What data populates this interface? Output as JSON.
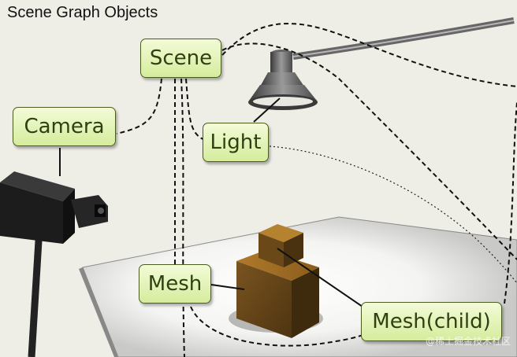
{
  "title": "Scene Graph Objects",
  "nodes": {
    "scene": "Scene",
    "camera": "Camera",
    "light": "Light",
    "mesh": "Mesh",
    "mesh_child": "Mesh(child)"
  },
  "watermark": "@稀土掘金技术社区",
  "colors": {
    "background": "#eeede6",
    "label_fill": "#dcefa8",
    "label_border": "#4a5d1e",
    "label_text": "#2f4012",
    "cube": "#6b4a1a",
    "table": "#c8c8c6"
  },
  "icons": [
    "camera-icon",
    "spotlight-icon",
    "cube-icon",
    "table-icon"
  ]
}
